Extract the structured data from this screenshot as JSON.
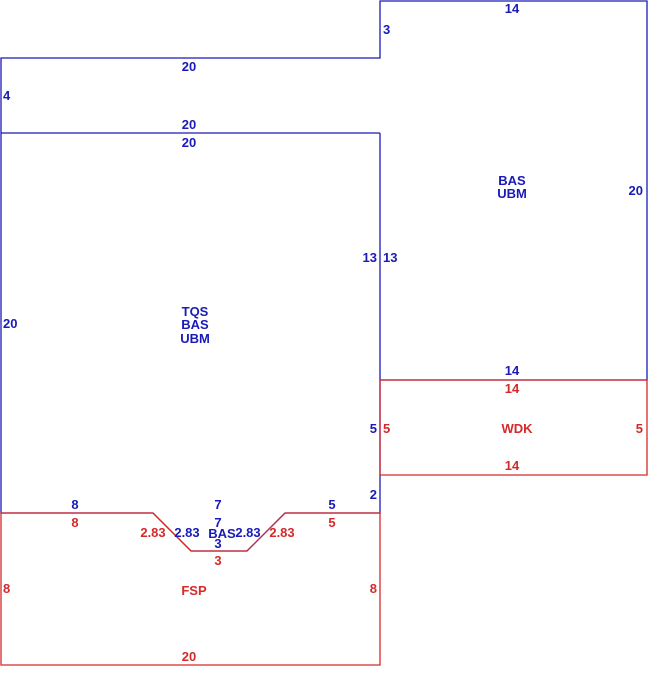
{
  "colors": {
    "blue": "#1a1ab8",
    "red": "#d42a2a"
  },
  "areas": {
    "right_upper": {
      "line1": "BAS",
      "line2": "UBM"
    },
    "left_main": {
      "line1": "TQS",
      "line2": "BAS",
      "line3": "UBM"
    },
    "wood_deck": {
      "label": "WDK"
    },
    "frame_porch": {
      "label": "FSP"
    },
    "bay": {
      "label": "BAS"
    }
  },
  "dimensions": {
    "right_top": "14",
    "step_left": "3",
    "connector_top": "20",
    "connector_left": "4",
    "connector_bottom": "20",
    "main_top": "20",
    "right_side": "20",
    "main_right_inner": "13",
    "right_left_inner": "13",
    "main_left": "20",
    "right_bottom": "14",
    "main_bottom_left": "8",
    "bay_top": "7",
    "main_bottom_right": "5",
    "main_right_lower": "2",
    "main_right_deck": "5",
    "bay_left_diag": "2.83",
    "bay_right_diag": "2.83",
    "bay_top_inner": "7",
    "bay_bottom": "3",
    "deck_top": "14",
    "deck_left": "5",
    "deck_right": "5",
    "deck_bottom": "14",
    "porch_top_left": "8",
    "porch_top_right": "5",
    "porch_diag_left": "2.83",
    "porch_diag_right": "2.83",
    "porch_bay_bottom": "3",
    "porch_left": "8",
    "porch_right": "8",
    "porch_bottom": "20"
  }
}
